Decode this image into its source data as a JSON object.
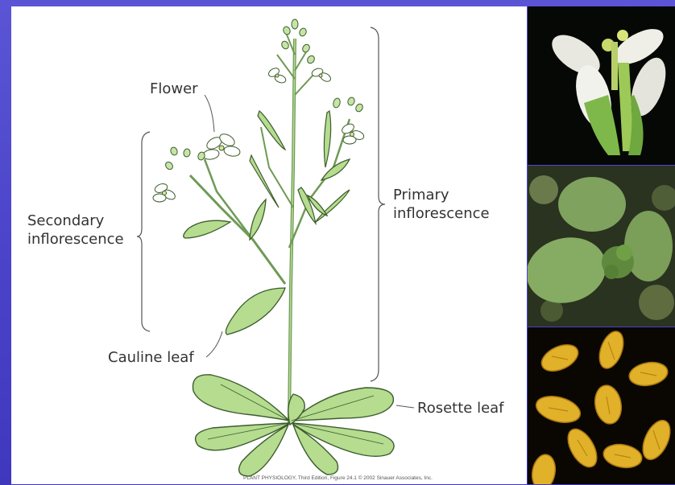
{
  "labels": {
    "flower": "Flower",
    "secondary_inflorescence_line1": "Secondary",
    "secondary_inflorescence_line2": "inflorescence",
    "primary_inflorescence_line1": "Primary",
    "primary_inflorescence_line2": "inflorescence",
    "cauline_leaf": "Cauline leaf",
    "rosette_leaf": "Rosette leaf"
  },
  "credit": "PLANT PHYSIOLOGY, Third Edition, Figure 24.1 © 2002 Sinauer Associates, Inc.",
  "colors": {
    "background": "#4a43c8",
    "leaf_fill": "#b5dc8f",
    "leaf_stroke": "#3d5c2e",
    "stem": "#7fa862",
    "seed": "#e2b12a"
  },
  "photos": [
    "arabidopsis-flower-photo",
    "arabidopsis-seedling-photo",
    "arabidopsis-seeds-photo"
  ]
}
